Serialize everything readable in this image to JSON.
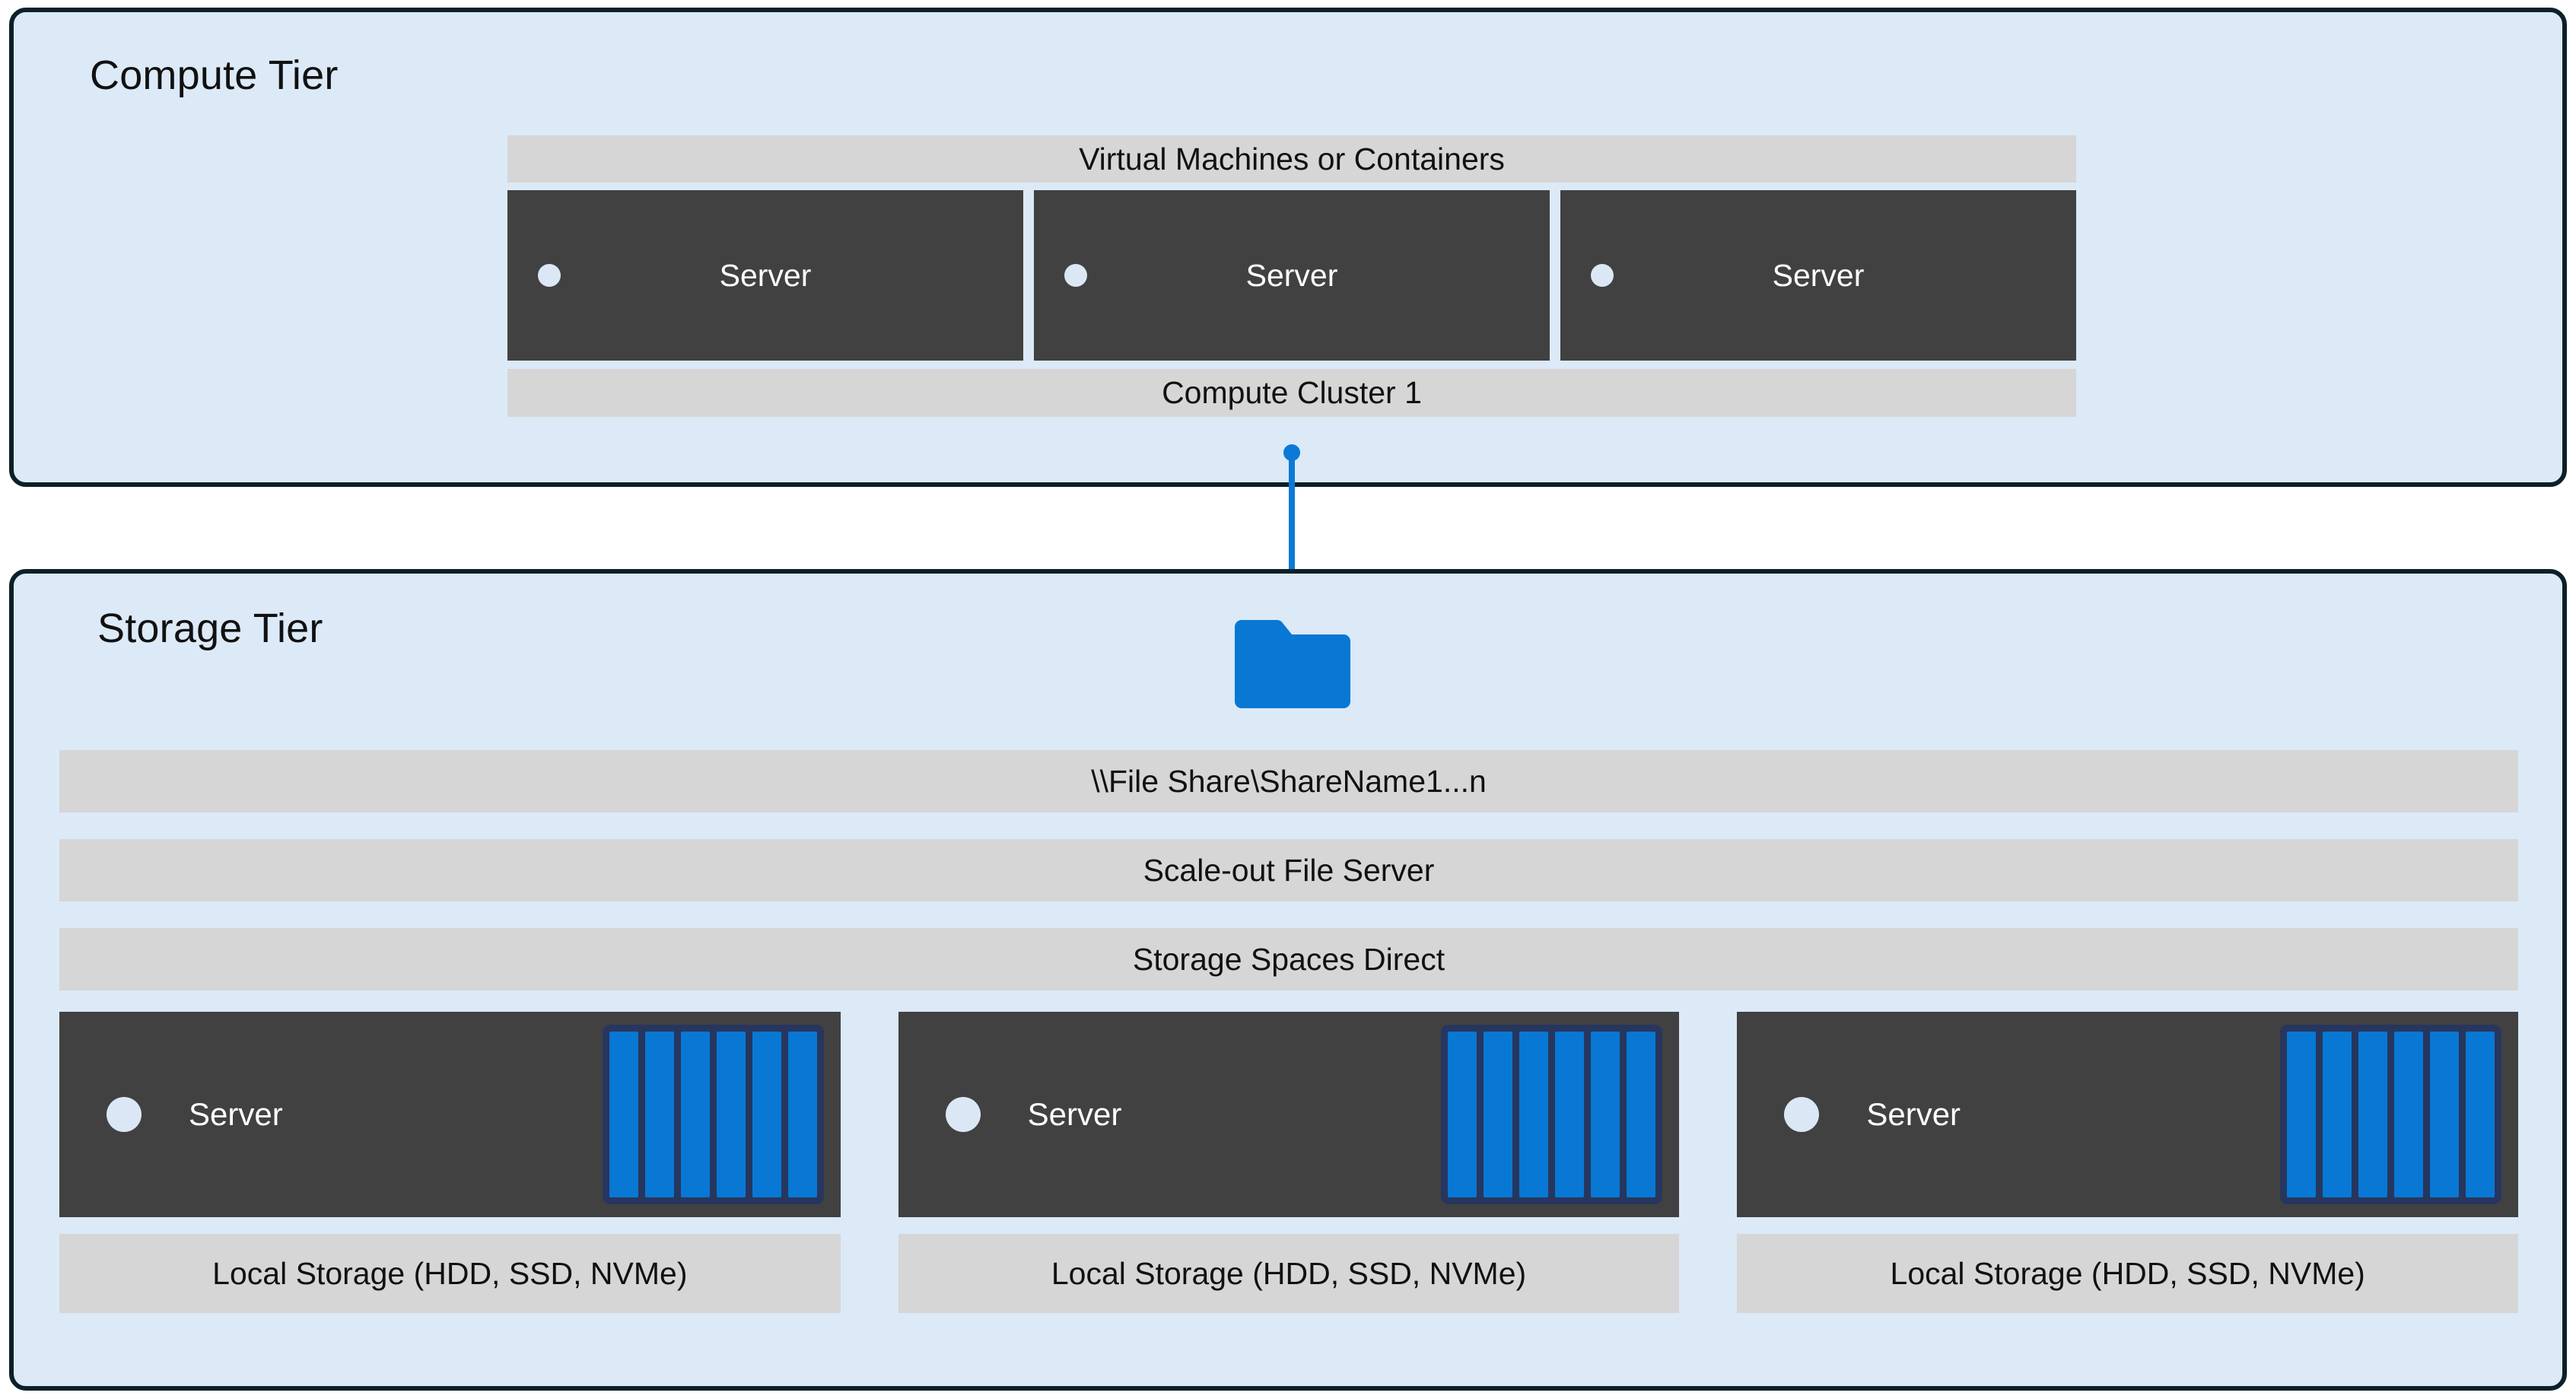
{
  "diagram": {
    "colors": {
      "tier_fill": "#dce9f7",
      "tier_border": "#0b2029",
      "band_fill": "#d6d6d6",
      "server_fill": "#414141",
      "accent_blue": "#0878d4",
      "drive_frame": "#27365e",
      "indicator": "#dbe7f5"
    }
  },
  "compute_tier": {
    "title": "Compute Tier",
    "vm_band_label": "Virtual Machines or Containers",
    "cluster_band_label": "Compute Cluster 1",
    "servers": [
      {
        "label": "Server"
      },
      {
        "label": "Server"
      },
      {
        "label": "Server"
      }
    ]
  },
  "connector": {
    "icon": "folder-icon",
    "line_color": "#0878d4"
  },
  "storage_tier": {
    "title": "Storage Tier",
    "bands": [
      {
        "label": "\\\\File Share\\ShareName1...n"
      },
      {
        "label": "Scale-out File Server"
      },
      {
        "label": "Storage Spaces Direct"
      }
    ],
    "nodes": [
      {
        "server_label": "Server",
        "drive_count": 6,
        "local_storage_label": "Local Storage (HDD, SSD, NVMe)"
      },
      {
        "server_label": "Server",
        "drive_count": 6,
        "local_storage_label": "Local Storage (HDD, SSD, NVMe)"
      },
      {
        "server_label": "Server",
        "drive_count": 6,
        "local_storage_label": "Local Storage (HDD, SSD, NVMe)"
      }
    ]
  }
}
